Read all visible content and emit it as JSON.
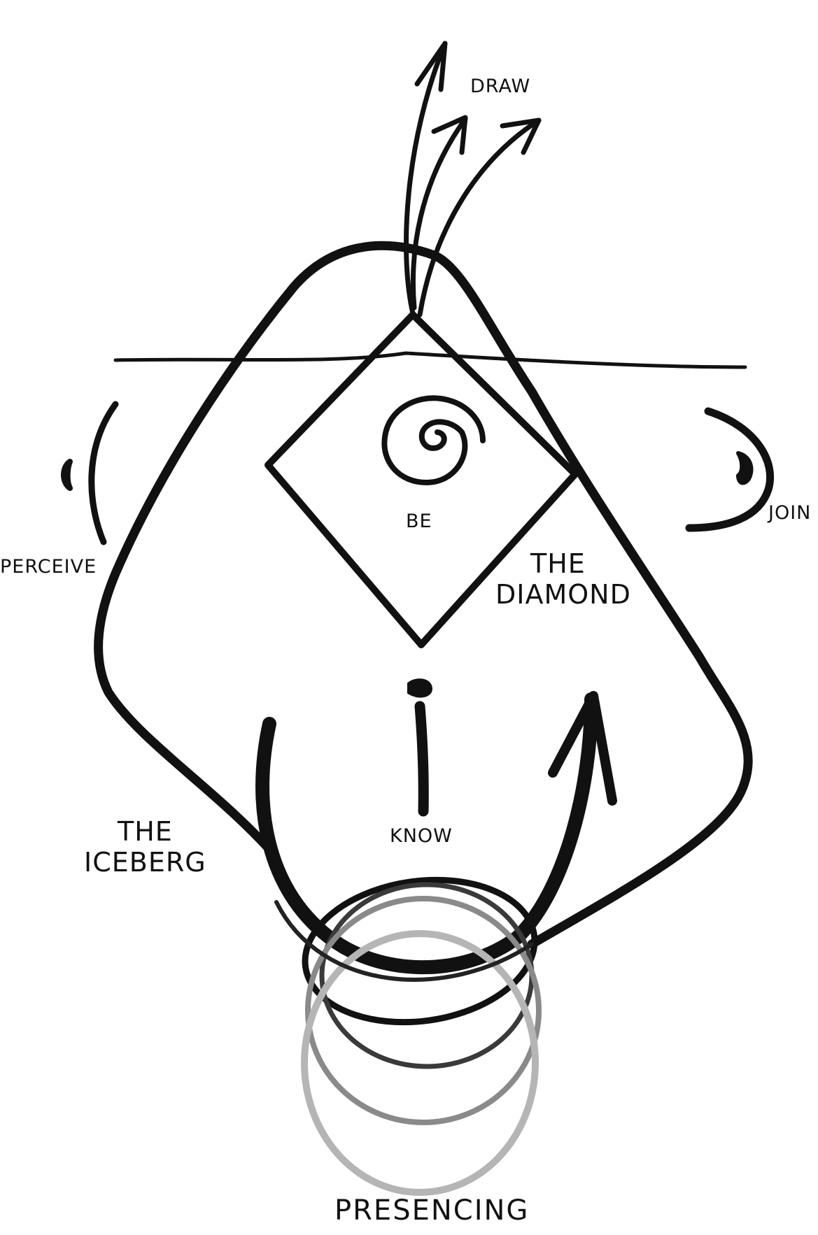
{
  "labels": {
    "draw": "DRAW",
    "be": "BE",
    "join": "JOIN",
    "perceive": "PERCEIVE",
    "the_diamond_line1": "THE",
    "the_diamond_line2": "DIAMOND",
    "know": "KNOW",
    "the_iceberg_line1": "THE",
    "the_iceberg_line2": "ICEBERG",
    "presencing": "PRESENCING"
  },
  "colors": {
    "ink": "#111111",
    "gray_ink": "#8a8a8a",
    "light_gray_ink": "#b5b5b5",
    "background": "#ffffff"
  }
}
